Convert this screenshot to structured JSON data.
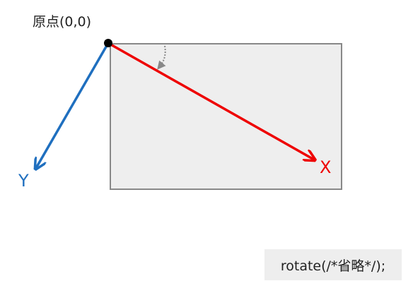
{
  "origin_label": "原点(0,0)",
  "axes": {
    "x_label": "X",
    "y_label": "Y"
  },
  "code_snippet": "rotate(/*省略*/);",
  "colors": {
    "x_axis": "#ee0000",
    "y_axis": "#1f6fbf",
    "rotated_box_fill": "#eeeeee",
    "rotated_box_stroke": "#888888",
    "rotation_arc": "#888888",
    "origin_dot": "#000000"
  }
}
